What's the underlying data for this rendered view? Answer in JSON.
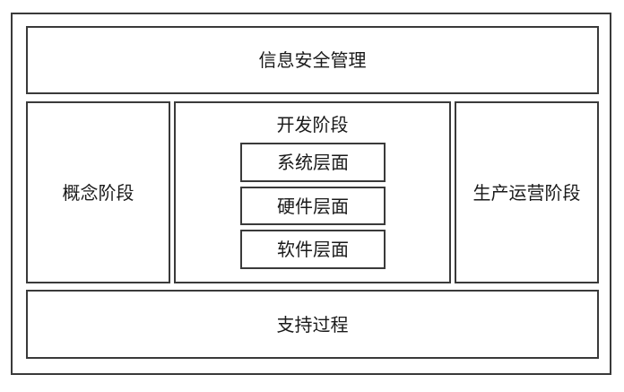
{
  "diagram": {
    "top": {
      "label": "信息安全管理"
    },
    "left": {
      "label": "概念阶段"
    },
    "middle": {
      "label": "开发阶段",
      "layers": [
        {
          "label": "系统层面"
        },
        {
          "label": "硬件层面"
        },
        {
          "label": "软件层面"
        }
      ]
    },
    "right": {
      "label": "生产运营阶段"
    },
    "bottom": {
      "label": "支持过程"
    }
  }
}
